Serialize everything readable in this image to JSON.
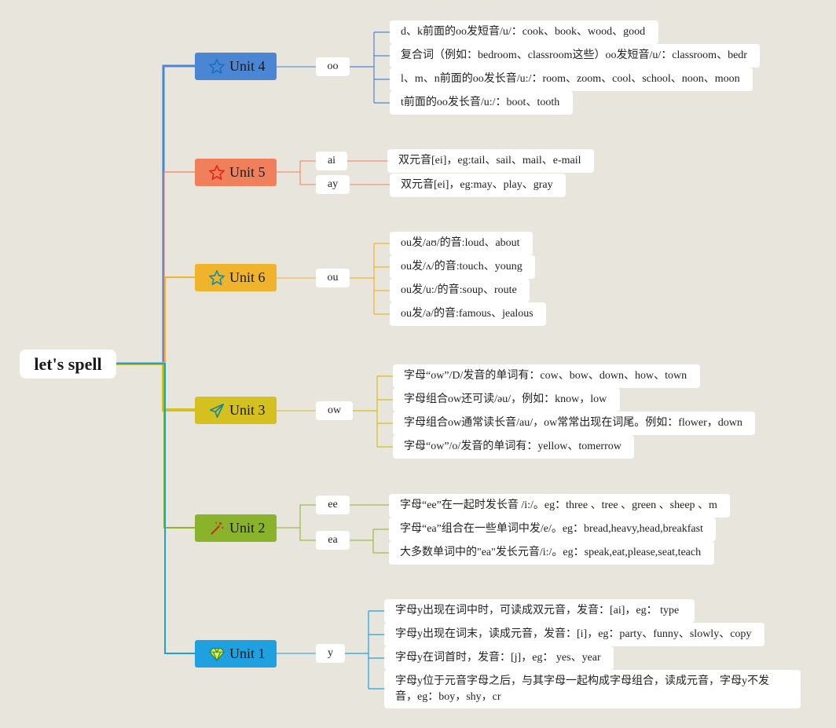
{
  "root": {
    "title": "let's spell"
  },
  "colors": {
    "unit4": "#4a86d4",
    "unit5": "#f07f5c",
    "unit6": "#f0b42c",
    "unit3": "#d4c01e",
    "unit2": "#8ab32c",
    "unit1": "#1fa0e0"
  },
  "units": [
    {
      "id": "unit4",
      "label": "Unit 4",
      "icon": "star-outline-blue-icon",
      "patterns": [
        {
          "text": "oo",
          "notes": [
            "d、k前面的oo发短音/u/：cook、book、wood、good",
            "复合词（例如：bedroom、classroom这些）oo发短音/u/：classroom、bedr",
            "l、m、n前面的oo发长音/u:/：room、zoom、cool、school、noon、moon",
            "t前面的oo发长音/u:/：boot、tooth"
          ]
        }
      ]
    },
    {
      "id": "unit5",
      "label": "Unit 5",
      "icon": "star-outline-red-icon",
      "patterns": [
        {
          "text": "ai",
          "notes": [
            "双元音[ei]，eg:tail、sail、mail、e-mail"
          ]
        },
        {
          "text": "ay",
          "notes": [
            "双元音[ei]，eg:may、play、gray"
          ]
        }
      ]
    },
    {
      "id": "unit6",
      "label": "Unit 6",
      "icon": "star-outline-teal-icon",
      "patterns": [
        {
          "text": "ou",
          "notes": [
            "ou发/aʊ/的音:loud、about",
            "ou发/ʌ/的音:touch、young",
            "ou发/u:/的音:soup、route",
            "ou发/ə/的音:famous、jealous"
          ]
        }
      ]
    },
    {
      "id": "unit3",
      "label": "Unit 3",
      "icon": "paper-plane-icon",
      "patterns": [
        {
          "text": "ow",
          "notes": [
            "字母“ow”/D/发音的单词有：cow、bow、down、how、town",
            "字母组合ow还可读/əu/，例如：know，low",
            "字母组合ow通常读长音/au/，ow常常出现在词尾。例如：flower，down",
            "字母“ow”/o/发音的单词有：yellow、tomerrow"
          ]
        }
      ]
    },
    {
      "id": "unit2",
      "label": "Unit 2",
      "icon": "magic-wand-icon",
      "patterns": [
        {
          "text": "ee",
          "notes": [
            "字母“ee”在一起时发长音 /i:/。eg：three 、tree 、green 、sheep 、m"
          ]
        },
        {
          "text": "ea",
          "notes": [
            "字母“ea”组合在一些单词中发/e/。eg：bread,heavy,head,breakfast",
            "大多数单词中的\"ea\"发长元音/i:/。eg：speak,eat,please,seat,teach"
          ]
        }
      ]
    },
    {
      "id": "unit1",
      "label": "Unit 1",
      "icon": "diamond-icon",
      "patterns": [
        {
          "text": "y",
          "notes": [
            "字母y出现在词中时，可读成双元音，发音：[ai]，eg： type",
            "字母y出现在词末，读成元音，发音：[i]，eg：party、funny、slowly、copy",
            "字母y在词首时，发音：[j]，eg： yes、year",
            "字母y位于元音字母之后，与其字母一起构成字母组合，读成元音，字母y不发音，eg：boy，shy，cr"
          ]
        }
      ]
    }
  ]
}
